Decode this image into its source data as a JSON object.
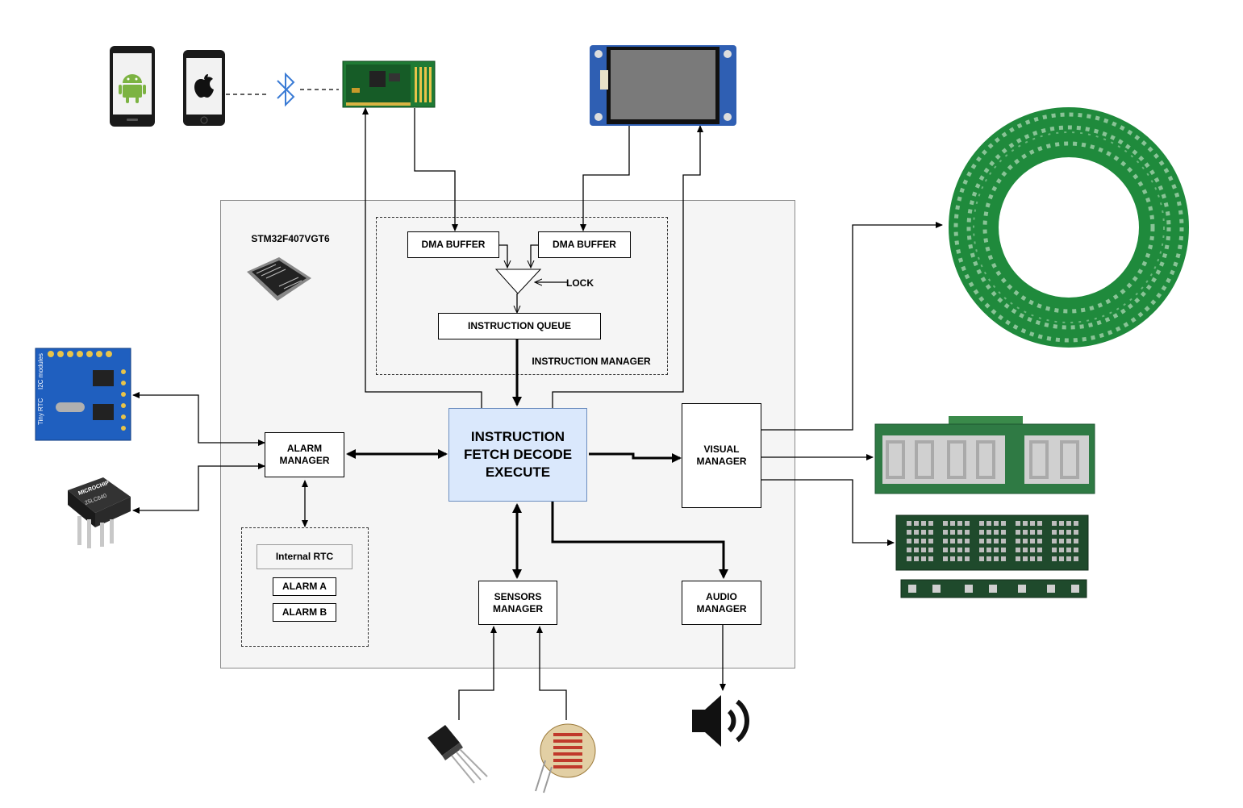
{
  "mcu": {
    "name": "STM32F407VGT6"
  },
  "instruction_manager": {
    "label": "INSTRUCTION MANAGER",
    "dma_buffer_1": "DMA BUFFER",
    "dma_buffer_2": "DMA BUFFER",
    "lock": "LOCK",
    "queue": "INSTRUCTION QUEUE"
  },
  "core": {
    "label": "INSTRUCTION\nFETCH DECODE\nEXECUTE"
  },
  "alarm_manager": {
    "label": "ALARM\nMANAGER",
    "internal_rtc": "Internal RTC",
    "alarm_a": "ALARM A",
    "alarm_b": "ALARM B"
  },
  "visual_manager": {
    "label": "VISUAL\nMANAGER"
  },
  "sensors_manager": {
    "label": "SENSORS\nMANAGER"
  },
  "audio_manager": {
    "label": "AUDIO\nMANAGER"
  },
  "peripherals": {
    "rtc_module_text": "Tiny RTC",
    "rtc_module_text2": "I2C modules",
    "eeprom_brand": "MICROCHIP",
    "eeprom_part": "25LC640"
  },
  "icons": [
    "android-phone-icon",
    "apple-phone-icon",
    "bluetooth-icon",
    "bluetooth-module-icon",
    "touch-display-icon",
    "mcu-chip-icon",
    "rtc-module-icon",
    "eeprom-chip-icon",
    "led-ring-icon",
    "seven-segment-display-icon",
    "led-matrix-icon",
    "led-strip-icon",
    "temperature-sensor-icon",
    "photoresistor-icon",
    "speaker-icon"
  ],
  "colors": {
    "core_fill": "#dae8fc",
    "core_border": "#6c8ebf",
    "pcb_green": "#1f8a3c",
    "rtc_blue": "#1f5fbf"
  }
}
